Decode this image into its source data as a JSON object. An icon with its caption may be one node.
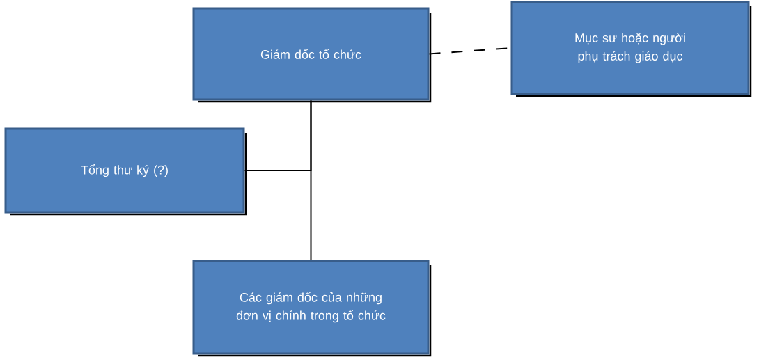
{
  "diagram": {
    "nodes": [
      {
        "text": [
          "Giám đốc tổ chức"
        ]
      },
      {
        "text": [
          "Mục sư hoặc người phụ trách giáo dục"
        ]
      },
      {
        "text": [
          "Tổng thư ký (?)"
        ]
      },
      {
        "text": [
          "Các giám đốc của những đơn vị chính trong tổ chức"
        ]
      }
    ],
    "edges": [
      {
        "from": 0,
        "to": 1,
        "arrow": "none",
        "style": "dashed"
      },
      {
        "from": 0,
        "to": 2,
        "arrow": "none"
      },
      {
        "from": 0,
        "to": 3,
        "arrow": "none"
      }
    ]
  }
}
